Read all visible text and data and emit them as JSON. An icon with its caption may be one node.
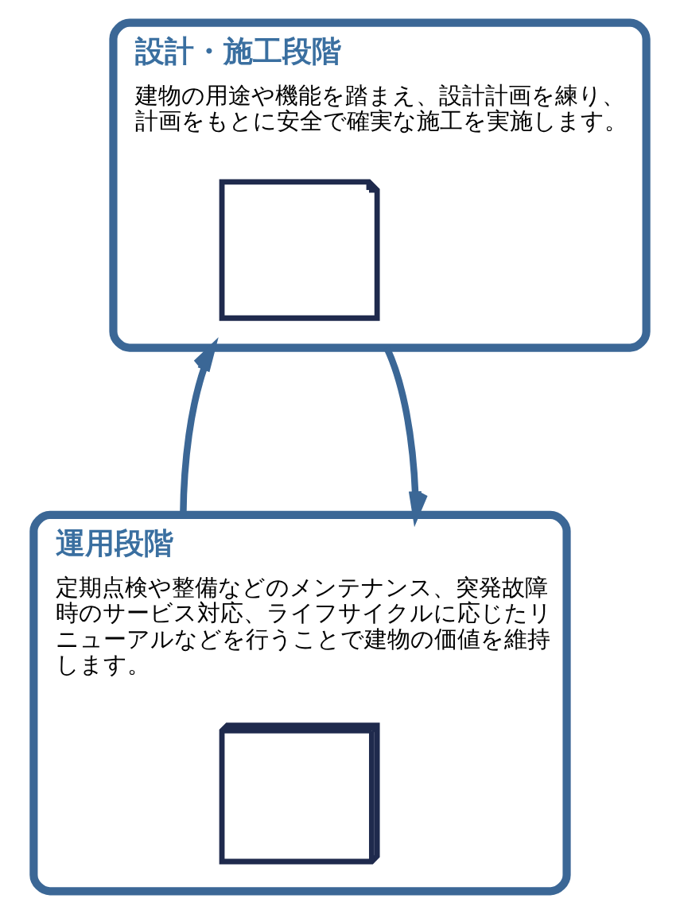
{
  "diagram": {
    "nodes": [
      {
        "text": [
          "設計・施工段階",
          "建物の用途や機能を踏まえ、設計計画を練り、計画をもとに安全で確実な施工を実施します。"
        ]
      },
      {
        "text": [],
        "shape": "picture",
        "in": 0
      },
      {
        "text": [
          "運用段階",
          "定期点検や整備などのメンテナンス、突発故障時のサービス対応、ライフサイクルに応じたリニューアルなどを行うことで建物の価値を維持します。"
        ]
      },
      {
        "text": [],
        "shape": "picture",
        "in": 2
      }
    ],
    "edges": [
      {
        "from": 0,
        "to": 2,
        "arrow": "to"
      },
      {
        "from": 2,
        "to": 0,
        "arrow": "to"
      }
    ]
  }
}
